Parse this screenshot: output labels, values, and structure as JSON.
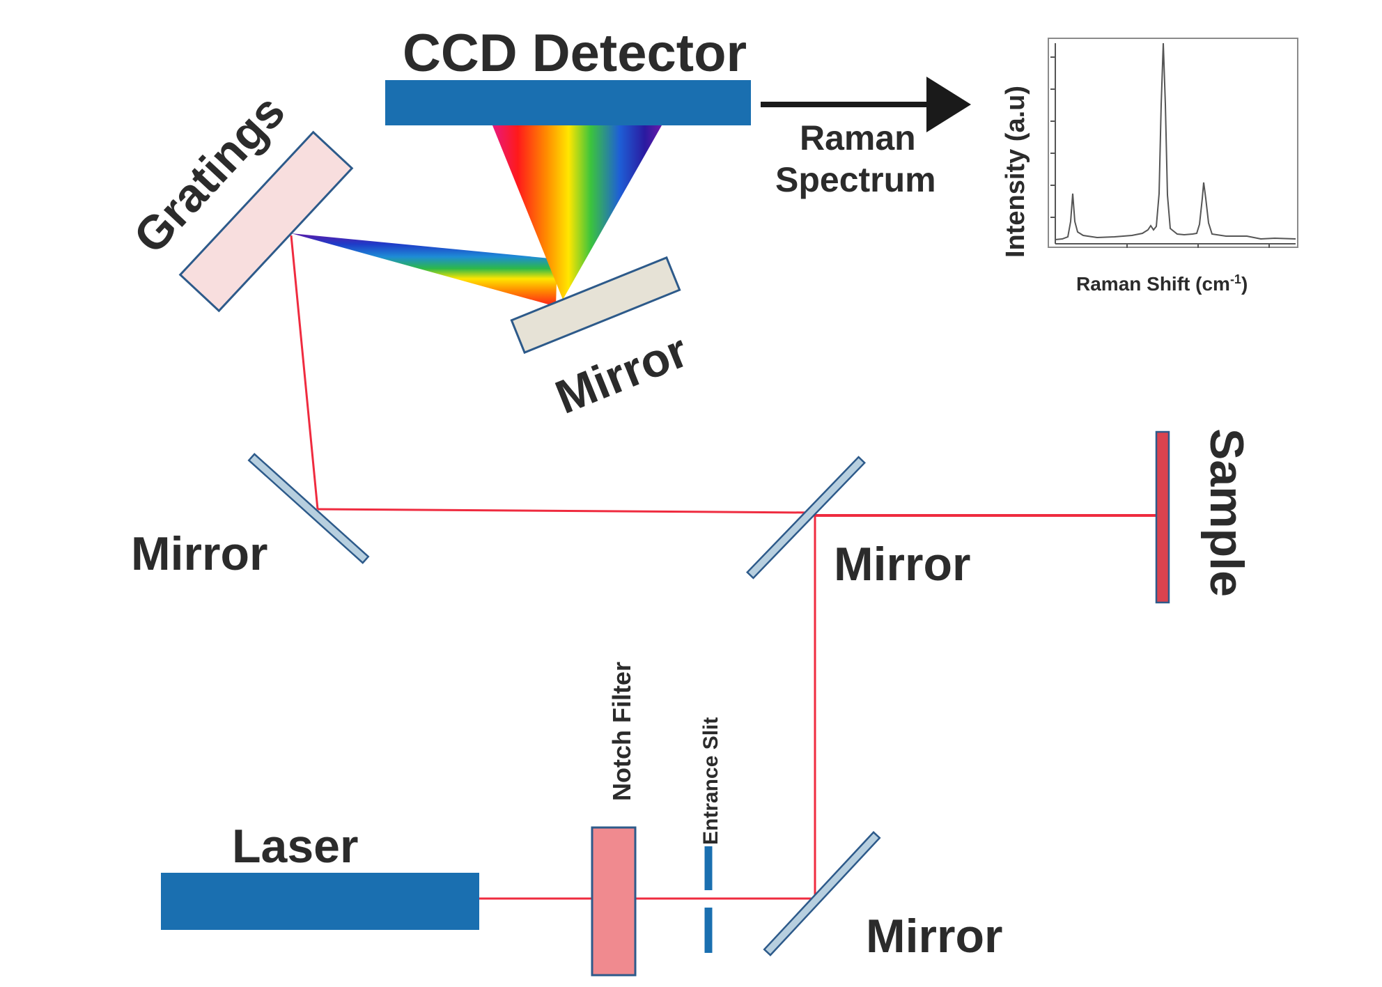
{
  "labels": {
    "ccd_detector": "CCD Detector",
    "gratings": "Gratings",
    "mirror_spectrometer": "Mirror",
    "raman_spectrum_line1": "Raman",
    "raman_spectrum_line2": "Spectrum",
    "mirror_left": "Mirror",
    "mirror_middle": "Mirror",
    "mirror_bottom": "Mirror",
    "sample": "Sample",
    "laser": "Laser",
    "notch_filter": "Notch Filter",
    "entrance_slit": "Entrance Slit"
  },
  "inset_spectrum": {
    "ylabel": "Intensity (a.u)",
    "xlabel": "Raman Shift (cm-1)",
    "xlabel_main": "Raman Shift (cm",
    "xlabel_sup": "-1",
    "xlabel_end": ")"
  },
  "colors": {
    "laser_beam": "#ef2b3f",
    "component_blue": "#1a6fb0",
    "grating_fill": "#f8dede",
    "mirror_fill": "#e6e2d6",
    "thin_mirror_fill": "#b7cfdf",
    "notch_fill": "#f08a8f",
    "sample_fill": "#d9434f"
  }
}
